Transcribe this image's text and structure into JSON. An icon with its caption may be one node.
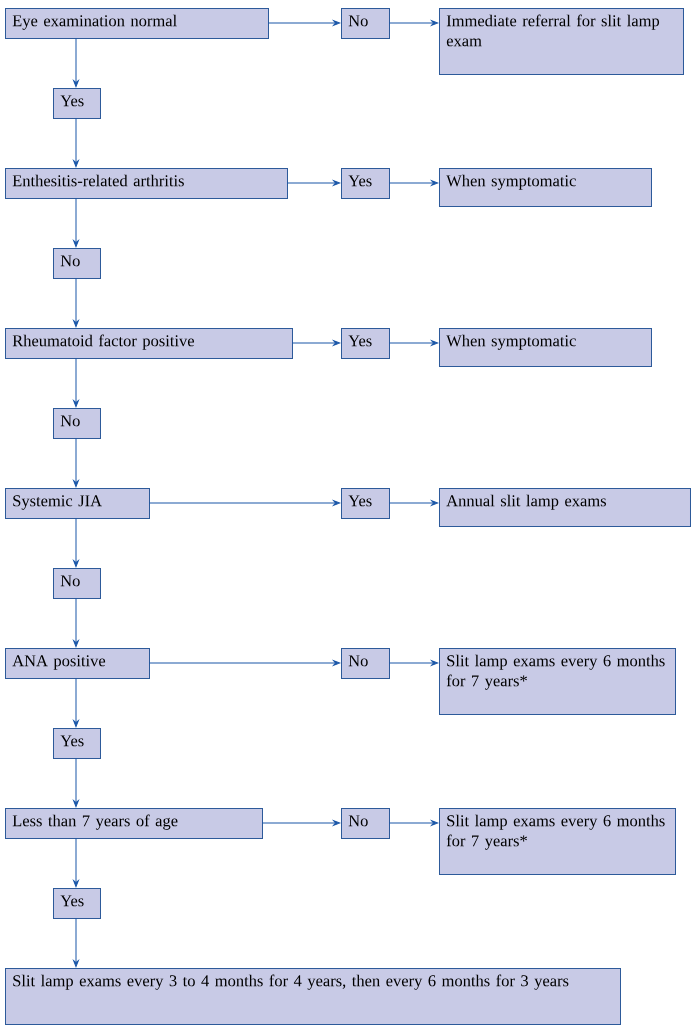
{
  "diagram": {
    "nodes": [
      {
        "text": [
          "Eye examination normal"
        ]
      },
      {
        "text": [
          "No"
        ]
      },
      {
        "text": [
          "Immediate referral for slit lamp exam"
        ]
      },
      {
        "text": [
          "Yes"
        ]
      },
      {
        "text": [
          "Enthesitis-related arthritis"
        ]
      },
      {
        "text": [
          "Yes"
        ]
      },
      {
        "text": [
          "When symptomatic"
        ]
      },
      {
        "text": [
          "No"
        ]
      },
      {
        "text": [
          "Rheumatoid factor positive"
        ]
      },
      {
        "text": [
          "Yes"
        ]
      },
      {
        "text": [
          "When symptomatic"
        ]
      },
      {
        "text": [
          "No"
        ]
      },
      {
        "text": [
          "Systemic JIA"
        ]
      },
      {
        "text": [
          "Yes"
        ]
      },
      {
        "text": [
          "Annual slit lamp exams"
        ]
      },
      {
        "text": [
          "No"
        ]
      },
      {
        "text": [
          "ANA positive"
        ]
      },
      {
        "text": [
          "No"
        ]
      },
      {
        "text": [
          "Slit lamp exams every 6 months for 7 years*"
        ]
      },
      {
        "text": [
          "Yes"
        ]
      },
      {
        "text": [
          "Less than 7 years of age"
        ]
      },
      {
        "text": [
          "No"
        ]
      },
      {
        "text": [
          "Slit lamp exams every 6 months for 7 years*"
        ]
      },
      {
        "text": [
          "Yes"
        ]
      },
      {
        "text": [
          "Slit lamp exams every 3 to 4 months for 4 years, then every 6 months for 3 years"
        ]
      }
    ],
    "edges": [
      {
        "from": 0,
        "to": 1,
        "arrow": "to"
      },
      {
        "from": 1,
        "to": 2,
        "arrow": "to"
      },
      {
        "from": 0,
        "to": 3,
        "arrow": "to"
      },
      {
        "from": 3,
        "to": 4,
        "arrow": "to"
      },
      {
        "from": 4,
        "to": 5,
        "arrow": "to"
      },
      {
        "from": 5,
        "to": 6,
        "arrow": "to"
      },
      {
        "from": 4,
        "to": 7,
        "arrow": "to"
      },
      {
        "from": 7,
        "to": 8,
        "arrow": "to"
      },
      {
        "from": 8,
        "to": 9,
        "arrow": "to"
      },
      {
        "from": 9,
        "to": 10,
        "arrow": "to"
      },
      {
        "from": 8,
        "to": 11,
        "arrow": "to"
      },
      {
        "from": 11,
        "to": 12,
        "arrow": "to"
      },
      {
        "from": 12,
        "to": 13,
        "arrow": "to"
      },
      {
        "from": 13,
        "to": 14,
        "arrow": "to"
      },
      {
        "from": 12,
        "to": 15,
        "arrow": "to"
      },
      {
        "from": 15,
        "to": 16,
        "arrow": "to"
      },
      {
        "from": 16,
        "to": 17,
        "arrow": "to"
      },
      {
        "from": 17,
        "to": 18,
        "arrow": "to"
      },
      {
        "from": 16,
        "to": 19,
        "arrow": "to"
      },
      {
        "from": 19,
        "to": 20,
        "arrow": "to"
      },
      {
        "from": 20,
        "to": 21,
        "arrow": "to"
      },
      {
        "from": 21,
        "to": 22,
        "arrow": "to"
      },
      {
        "from": 20,
        "to": 23,
        "arrow": "to"
      },
      {
        "from": 23,
        "to": 24,
        "arrow": "to"
      }
    ]
  }
}
